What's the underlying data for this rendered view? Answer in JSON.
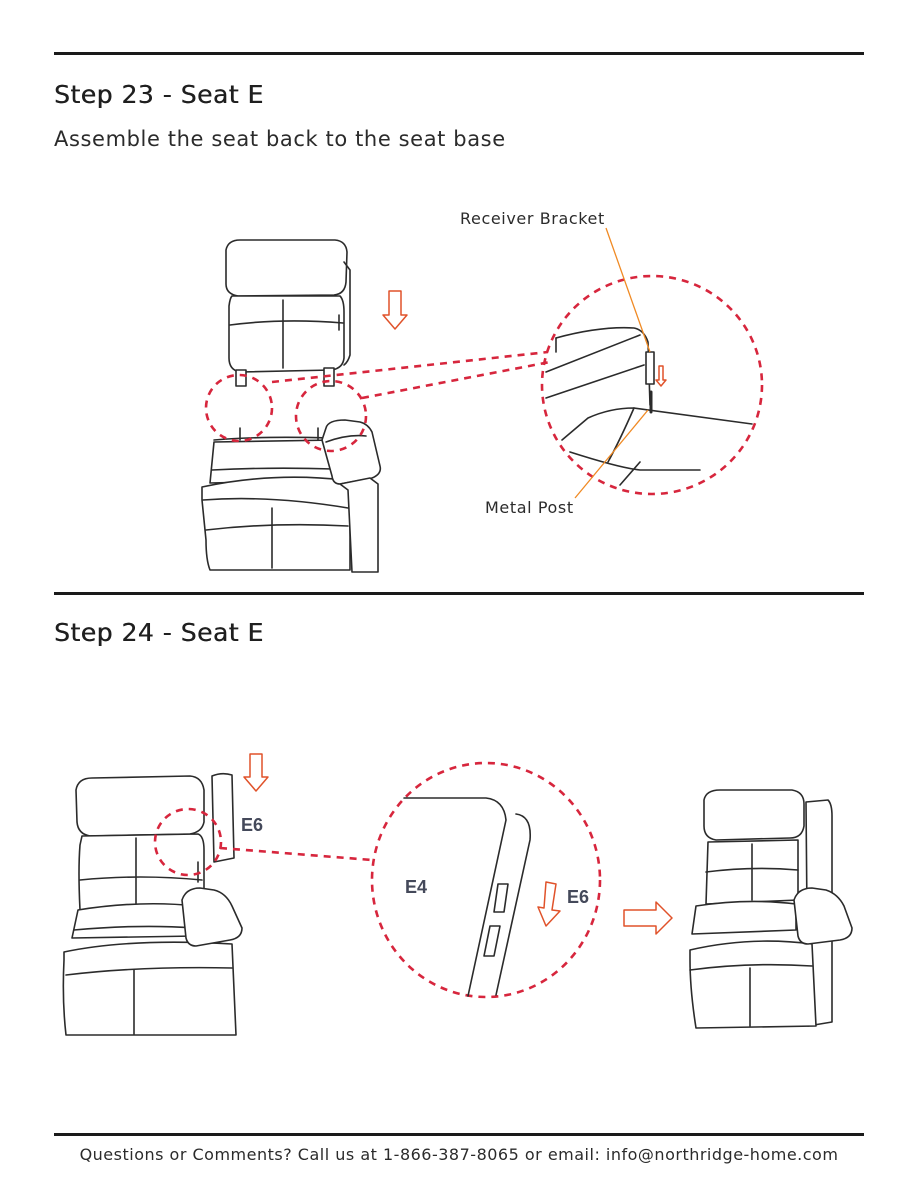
{
  "step23": {
    "title": "Step 23 - Seat E",
    "instruction": "Assemble the seat back to the seat base",
    "callouts": {
      "receiver_bracket": "Receiver Bracket",
      "metal_post": "Metal Post"
    }
  },
  "step24": {
    "title": "Step 24 - Seat E",
    "parts": {
      "e6_upper": "E6",
      "e4": "E4",
      "e6_detail": "E6"
    }
  },
  "footer": {
    "text": "Questions or Comments? Call us at 1-866-387-8065 or email: info@northridge-home.com"
  },
  "colors": {
    "accent_dash": "#d7263d",
    "arrow": "#e0522a",
    "leader": "#f08a24",
    "line": "#2b2b2b"
  }
}
